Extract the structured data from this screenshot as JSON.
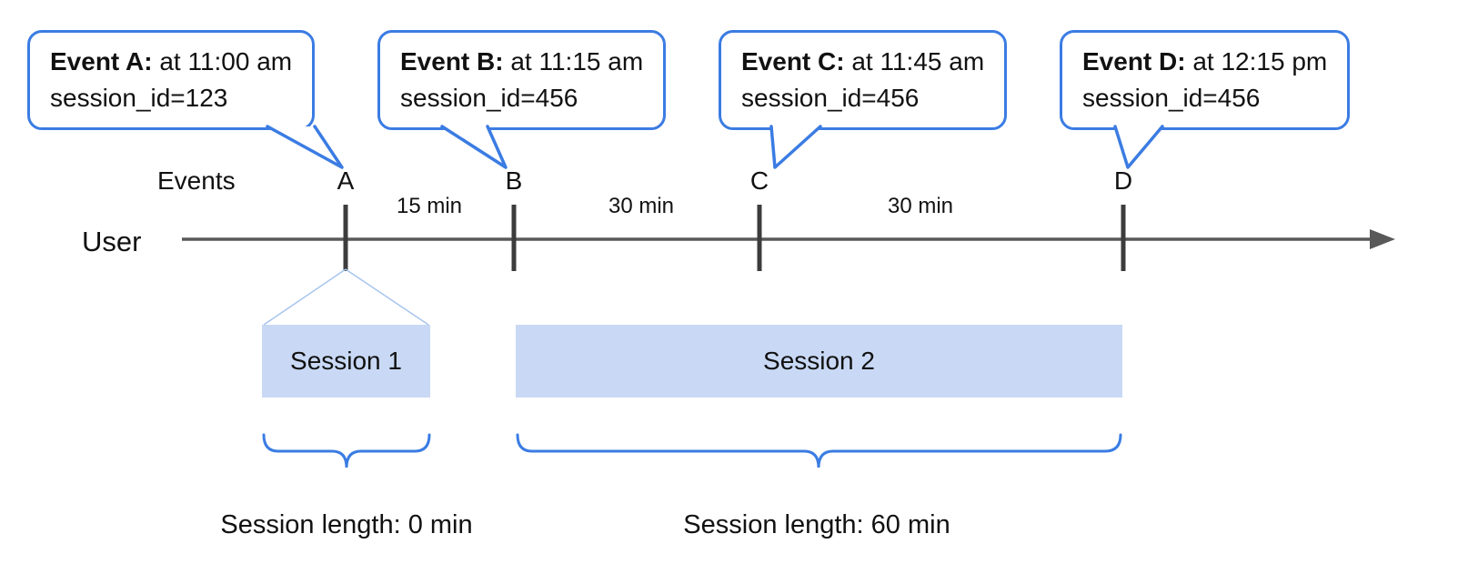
{
  "callouts": [
    {
      "bold": "Event A:",
      "rest": " at 11:00 am",
      "line2": "session_id=123"
    },
    {
      "bold": "Event B:",
      "rest": " at 11:15 am",
      "line2": "session_id=456"
    },
    {
      "bold": "Event C:",
      "rest": " at 11:45 am",
      "line2": "session_id=456"
    },
    {
      "bold": "Event D:",
      "rest": " at 12:15 pm",
      "line2": "session_id=456"
    }
  ],
  "timeline": {
    "user_label": "User",
    "events_label": "Events",
    "events": [
      "A",
      "B",
      "C",
      "D"
    ],
    "gaps": [
      "15 min",
      "30 min",
      "30 min"
    ]
  },
  "sessions": [
    {
      "label": "Session 1",
      "length_label": "Session length: 0 min"
    },
    {
      "label": "Session 2",
      "length_label": "Session length: 60 min"
    }
  ],
  "colors": {
    "callout_border": "#3b7ce3",
    "session_fill": "#c9d9f5",
    "timeline_color": "#595959",
    "tick_color": "#3c3c3c",
    "funnel_color": "#aac6ee",
    "brace_color": "#3b7ce3",
    "text_color": "#111111"
  }
}
